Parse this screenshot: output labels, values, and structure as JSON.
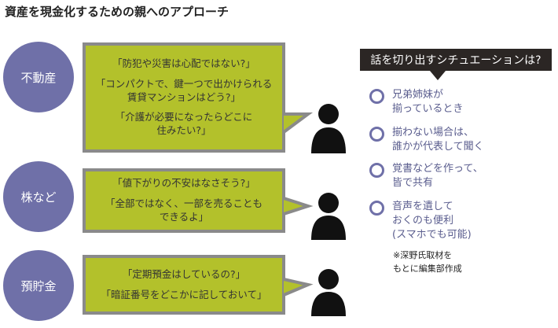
{
  "title": "資産を現金化するための親へのアプローチ",
  "categories": [
    {
      "label": "不動産",
      "quotes": [
        "「防犯や災害は心配ではない?」",
        "「コンパクトで、鍵一つで出かけられる\n賃貸マンションはどう?」",
        "「介護が必要になったらどこに\n住みたい?」"
      ]
    },
    {
      "label": "株など",
      "quotes": [
        "「値下がりの不安はなさそう?」",
        "「全部ではなく、一部を売ることも\nできるよ」"
      ]
    },
    {
      "label": "預貯金",
      "quotes": [
        "「定期預金はしているの?」",
        "「暗証番号をどこかに記しておいて」"
      ]
    }
  ],
  "situations": {
    "header": "話を切り出すシチュエーションは?",
    "items": [
      "兄弟姉妹が\n揃っているとき",
      "揃わない場合は、\n誰かが代表して聞く",
      "覚書などを作って、\n皆で共有",
      "音声を遺して\nおくのも便利\n(スマホでも可能)"
    ],
    "note": "※深野氏取材を\nもとに編集部作成"
  },
  "colors": {
    "circle": "#6f70a8",
    "bubble": "#b3c12b",
    "header": "#2b2624"
  }
}
